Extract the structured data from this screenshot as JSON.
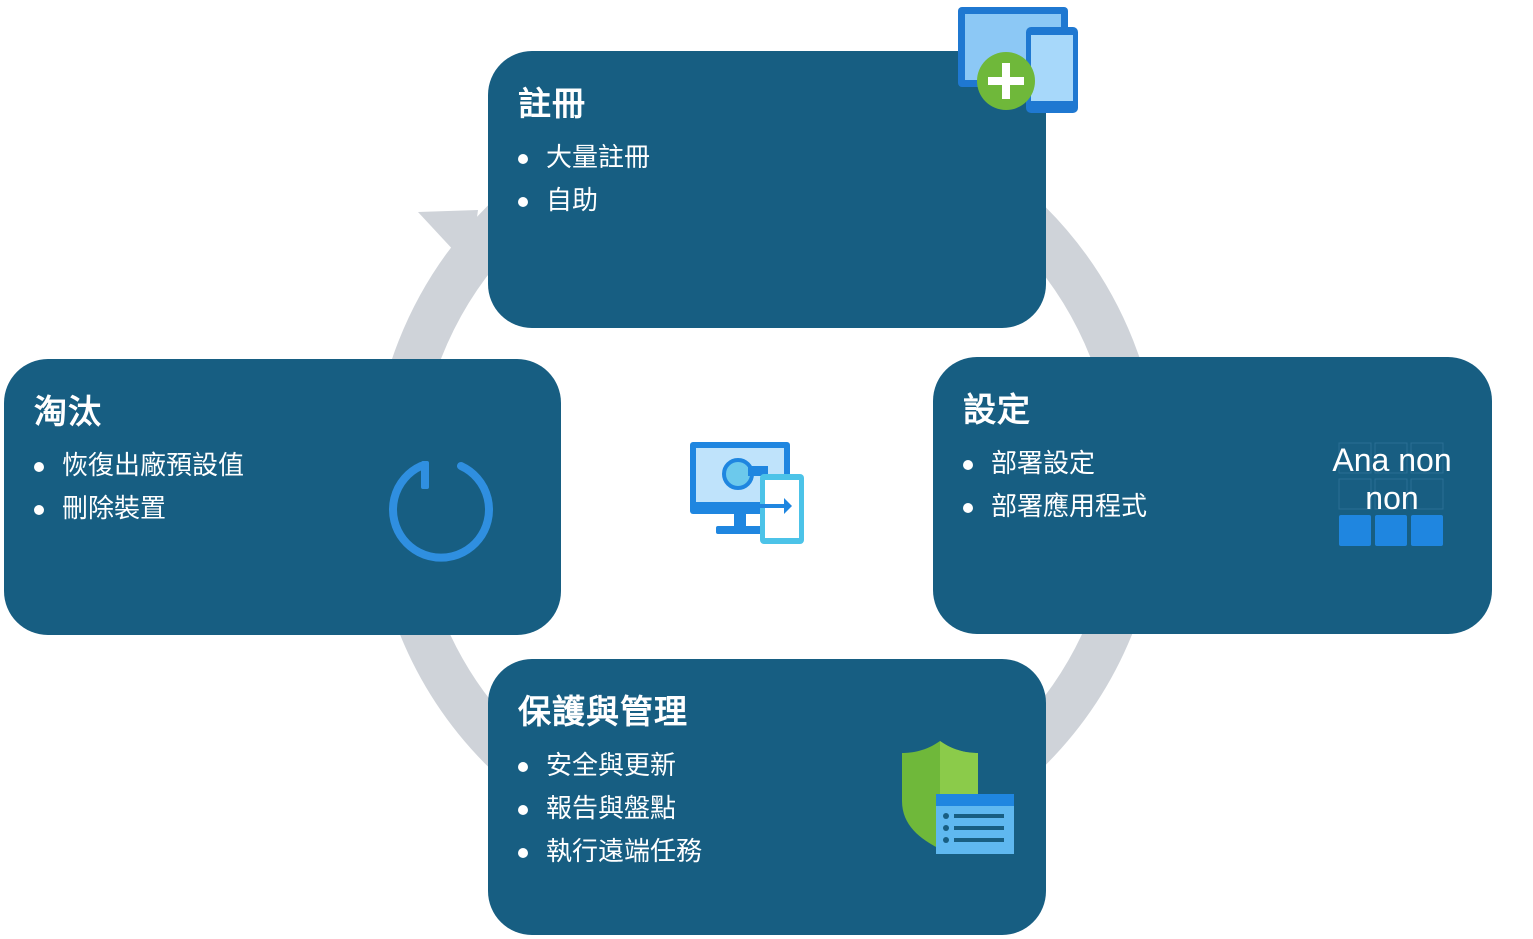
{
  "stages": {
    "enroll": {
      "title": "註冊",
      "items": [
        "大量註冊",
        "自助"
      ]
    },
    "configure": {
      "title": "設定",
      "items": [
        "部署設定",
        "部署應用程式"
      ]
    },
    "protect": {
      "title": "保護與管理",
      "items": [
        "安全與更新",
        "報告與盤點",
        "執行遠端任務"
      ]
    },
    "retire": {
      "title": "淘汰",
      "items": [
        "恢復出廠預設值",
        "刪除裝置"
      ]
    }
  },
  "configure_icon_text": {
    "line1": "Ana non",
    "line2": "non"
  },
  "colors": {
    "card": "#175e82",
    "ring": "#cfd3d9",
    "accent_blue": "#2f8fe0",
    "accent_green": "#6fb83a"
  },
  "icons": {
    "enroll": "device-add-icon",
    "configure": "app-grid-icon",
    "protect": "shield-list-icon",
    "retire": "power-reset-icon",
    "center": "device-management-icon"
  }
}
